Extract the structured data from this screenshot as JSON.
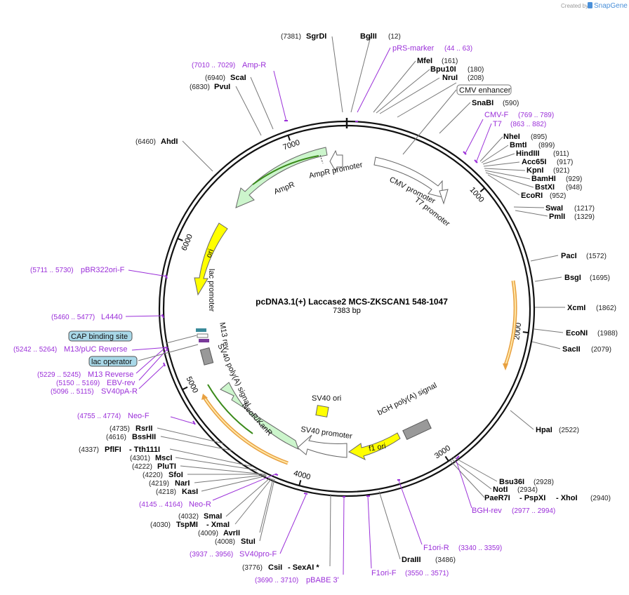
{
  "brand": {
    "prefix": "Created by",
    "name": "SnapGene"
  },
  "plasmid": {
    "name": "pcDNA3.1(+) Laccase2 MCS-ZKSCAN1 548-1047",
    "length": "7383 bp",
    "total_bp": 7383
  },
  "ticks": [
    {
      "label": "1000",
      "bp": 1000
    },
    {
      "label": "2000",
      "bp": 2000
    },
    {
      "label": "3000",
      "bp": 3000
    },
    {
      "label": "4000",
      "bp": 4000
    },
    {
      "label": "5000",
      "bp": 5000
    },
    {
      "label": "6000",
      "bp": 6000
    },
    {
      "label": "7000",
      "bp": 7000
    }
  ],
  "features": [
    {
      "name": "CMV promoter",
      "kind": "promoter",
      "color": "#ffffff"
    },
    {
      "name": "T7 promoter",
      "kind": "promoter",
      "color": "#ffffff"
    },
    {
      "name": "AmpR promoter",
      "kind": "promoter",
      "color": "#ffffff"
    },
    {
      "name": "AmpR",
      "kind": "cds",
      "color": "#ccf5cc"
    },
    {
      "name": "ori",
      "kind": "origin",
      "color": "#ffff00"
    },
    {
      "name": "lac promoter",
      "kind": "promoter",
      "color": "#ffffff"
    },
    {
      "name": "M13 rev",
      "kind": "primer_bind",
      "color": "#ffffff"
    },
    {
      "name": "SV40 poly(A) signal",
      "kind": "terminator",
      "color": "#999999"
    },
    {
      "name": "NeoR/KanR",
      "kind": "cds",
      "color": "#ccf5cc"
    },
    {
      "name": "SV40 ori",
      "kind": "origin",
      "color": "#ffff00"
    },
    {
      "name": "SV40 promoter",
      "kind": "promoter",
      "color": "#ffffff"
    },
    {
      "name": "f1 ori",
      "kind": "origin",
      "color": "#ffff00"
    },
    {
      "name": "bGH poly(A) signal",
      "kind": "terminator",
      "color": "#999999"
    }
  ],
  "boxed_labels": [
    {
      "name": "CMV enhancer",
      "color": "#ffffff"
    },
    {
      "name": "CAP binding site",
      "color": "#a8d8e8"
    },
    {
      "name": "lac operator",
      "color": "#a8d8e8"
    }
  ],
  "enzymes": [
    {
      "name": "SgrDI",
      "pos": "(7381)"
    },
    {
      "name": "BglII",
      "pos": "(12)"
    },
    {
      "name": "MfeI",
      "pos": "(161)"
    },
    {
      "name": "Bpu10I",
      "pos": "(180)"
    },
    {
      "name": "NruI",
      "pos": "(208)"
    },
    {
      "name": "SnaBI",
      "pos": "(590)"
    },
    {
      "name": "NheI",
      "pos": "(895)"
    },
    {
      "name": "BmtI",
      "pos": "(899)"
    },
    {
      "name": "HindIII",
      "pos": "(911)"
    },
    {
      "name": "Acc65I",
      "pos": "(917)"
    },
    {
      "name": "KpnI",
      "pos": "(921)"
    },
    {
      "name": "BamHI",
      "pos": "(929)"
    },
    {
      "name": "BstXI",
      "pos": "(948)"
    },
    {
      "name": "EcoRI",
      "pos": "(952)"
    },
    {
      "name": "SwaI",
      "pos": "(1217)"
    },
    {
      "name": "PmlI",
      "pos": "(1329)"
    },
    {
      "name": "PacI",
      "pos": "(1572)"
    },
    {
      "name": "BsgI",
      "pos": "(1695)"
    },
    {
      "name": "XcmI",
      "pos": "(1862)"
    },
    {
      "name": "EcoNI",
      "pos": "(1988)"
    },
    {
      "name": "SacII",
      "pos": "(2079)"
    },
    {
      "name": "HpaI",
      "pos": "(2522)"
    },
    {
      "name": "Bsu36I",
      "pos": "(2928)"
    },
    {
      "name": "NotI",
      "pos": "(2934)"
    },
    {
      "name": "PaeR7I",
      "pos": ""
    },
    {
      "name": "- PspXI",
      "pos": ""
    },
    {
      "name": "- XhoI",
      "pos": "(2940)"
    },
    {
      "name": "DraIII",
      "pos": "(3486)"
    },
    {
      "name": "CsiI",
      "pos": "(3776)"
    },
    {
      "name": "- SexAI *",
      "pos": ""
    },
    {
      "name": "StuI",
      "pos": "(4008)"
    },
    {
      "name": "AvrII",
      "pos": "(4009)"
    },
    {
      "name": "TspMI",
      "pos": "(4030)"
    },
    {
      "name": "- XmaI",
      "pos": ""
    },
    {
      "name": "SmaI",
      "pos": "(4032)"
    },
    {
      "name": "KasI",
      "pos": "(4218)"
    },
    {
      "name": "NarI",
      "pos": "(4219)"
    },
    {
      "name": "SfoI",
      "pos": "(4220)"
    },
    {
      "name": "PluTI",
      "pos": "(4222)"
    },
    {
      "name": "MscI",
      "pos": "(4301)"
    },
    {
      "name": "PflFI",
      "pos": "(4337)"
    },
    {
      "name": "- Tth111I",
      "pos": ""
    },
    {
      "name": "BssHII",
      "pos": "(4616)"
    },
    {
      "name": "RsrII",
      "pos": "(4735)"
    },
    {
      "name": "AhdI",
      "pos": "(6460)"
    },
    {
      "name": "PvuI",
      "pos": "(6830)"
    },
    {
      "name": "ScaI",
      "pos": "(6940)"
    }
  ],
  "primers": [
    {
      "name": "pRS-marker",
      "range": "(44 .. 63)"
    },
    {
      "name": "CMV-F",
      "range": "(769 .. 789)"
    },
    {
      "name": "T7",
      "range": "(863 .. 882)"
    },
    {
      "name": "BGH-rev",
      "range": "(2977 .. 2994)"
    },
    {
      "name": "F1ori-R",
      "range": "(3340 .. 3359)"
    },
    {
      "name": "F1ori-F",
      "range": "(3550 .. 3571)"
    },
    {
      "name": "pBABE 3'",
      "range": "(3690 .. 3710)"
    },
    {
      "name": "SV40pro-F",
      "range": "(3937 .. 3956)"
    },
    {
      "name": "Neo-R",
      "range": "(4145 .. 4164)"
    },
    {
      "name": "Neo-F",
      "range": "(4755 .. 4774)"
    },
    {
      "name": "SV40pA-R",
      "range": "(5096 .. 5115)"
    },
    {
      "name": "EBV-rev",
      "range": "(5150 .. 5169)"
    },
    {
      "name": "M13 Reverse",
      "range": "(5229 .. 5245)"
    },
    {
      "name": "M13/pUC Reverse",
      "range": "(5242 .. 5264)"
    },
    {
      "name": "L4440",
      "range": "(5460 .. 5477)"
    },
    {
      "name": "pBR322ori-F",
      "range": "(5711 .. 5730)"
    },
    {
      "name": "Amp-R",
      "range": "(7010 .. 7029)"
    }
  ]
}
